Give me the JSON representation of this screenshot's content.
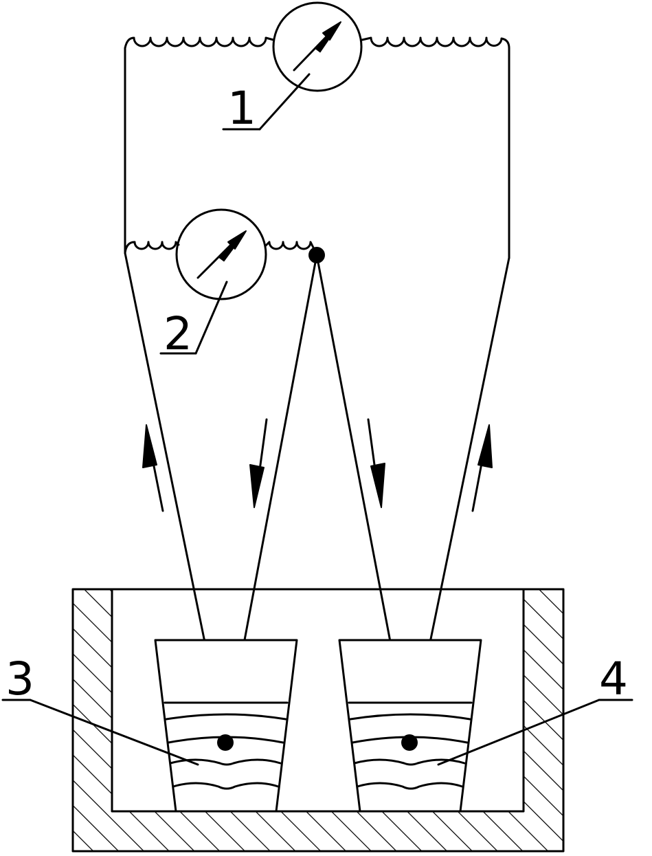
{
  "labels": {
    "meter1": "1",
    "meter2": "2",
    "cup_left": "3",
    "cup_right": "4"
  },
  "colors": {
    "line": "#000000",
    "background": "#ffffff"
  }
}
